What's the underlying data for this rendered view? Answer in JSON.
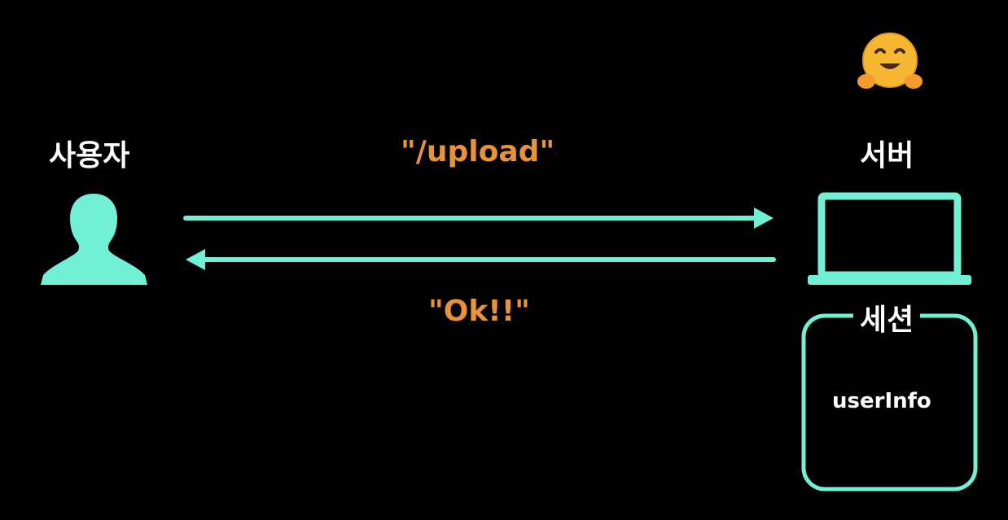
{
  "nodes": {
    "user": {
      "label": "사용자",
      "icon": "person-icon"
    },
    "server": {
      "label": "서버",
      "icon": "laptop-icon",
      "emoji": "hugging-face-emoji-icon"
    },
    "session": {
      "label": "세션",
      "content": "userInfo"
    }
  },
  "messages": {
    "request": "\"/upload\"",
    "response": "\"Ok!!\""
  },
  "colors": {
    "background": "#000000",
    "accent": "#72f0d6",
    "message": "#e8923a",
    "text": "#ffffff"
  }
}
